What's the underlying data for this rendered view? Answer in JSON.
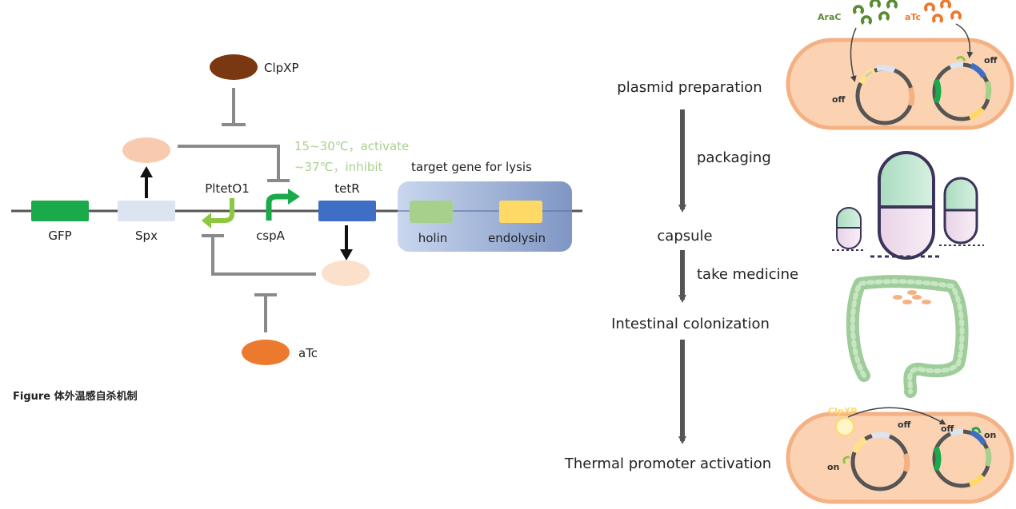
{
  "circuit": {
    "genes": {
      "gfp": "GFP",
      "spx": "Spx",
      "pltetO1": "PltetO1",
      "cspA": "cspA",
      "tetR": "tetR"
    },
    "regulators": {
      "clpxp": "ClpXP",
      "atc": "aTc"
    },
    "conditions": {
      "activate": "15~30℃，activate",
      "inhibit": "~37℃，inhibit"
    },
    "lysis_box": {
      "title": "target gene for lysis",
      "holin": "holin",
      "endolysin": "endolysin"
    },
    "caption": "Figure 体外温感自杀机制"
  },
  "workflow": {
    "steps": [
      "plasmid preparation",
      "capsule",
      "Intestinal colonization",
      "Thermal promoter activation"
    ],
    "transitions": [
      "packaging",
      "take medicine"
    ]
  },
  "cells": {
    "top": {
      "arac": "AraC",
      "atc": "aTc",
      "off_left": "off",
      "off_right": "off"
    },
    "bottom": {
      "clpxp": "ClpXP",
      "off_top": "off",
      "off_right": "off",
      "on_left": "on",
      "on_right": "on"
    }
  },
  "colors": {
    "gfp": "#1aaa4b",
    "spx": "#dce3f1",
    "tetR": "#3f6fc4",
    "promoter_pltetO1": "#8dc63f",
    "promoter_cspA": "#1aaa4b",
    "clpxp": "#7a3810",
    "atc": "#ec7a2e",
    "spx_protein": "#f8cbb0",
    "tetR_protein": "#fbe0cc",
    "condition_text": "#a8d18d",
    "holin": "#a8d08d",
    "endolysin": "#ffd966",
    "cell_fill": "#fbd3b3",
    "cell_border": "#f4b183"
  }
}
